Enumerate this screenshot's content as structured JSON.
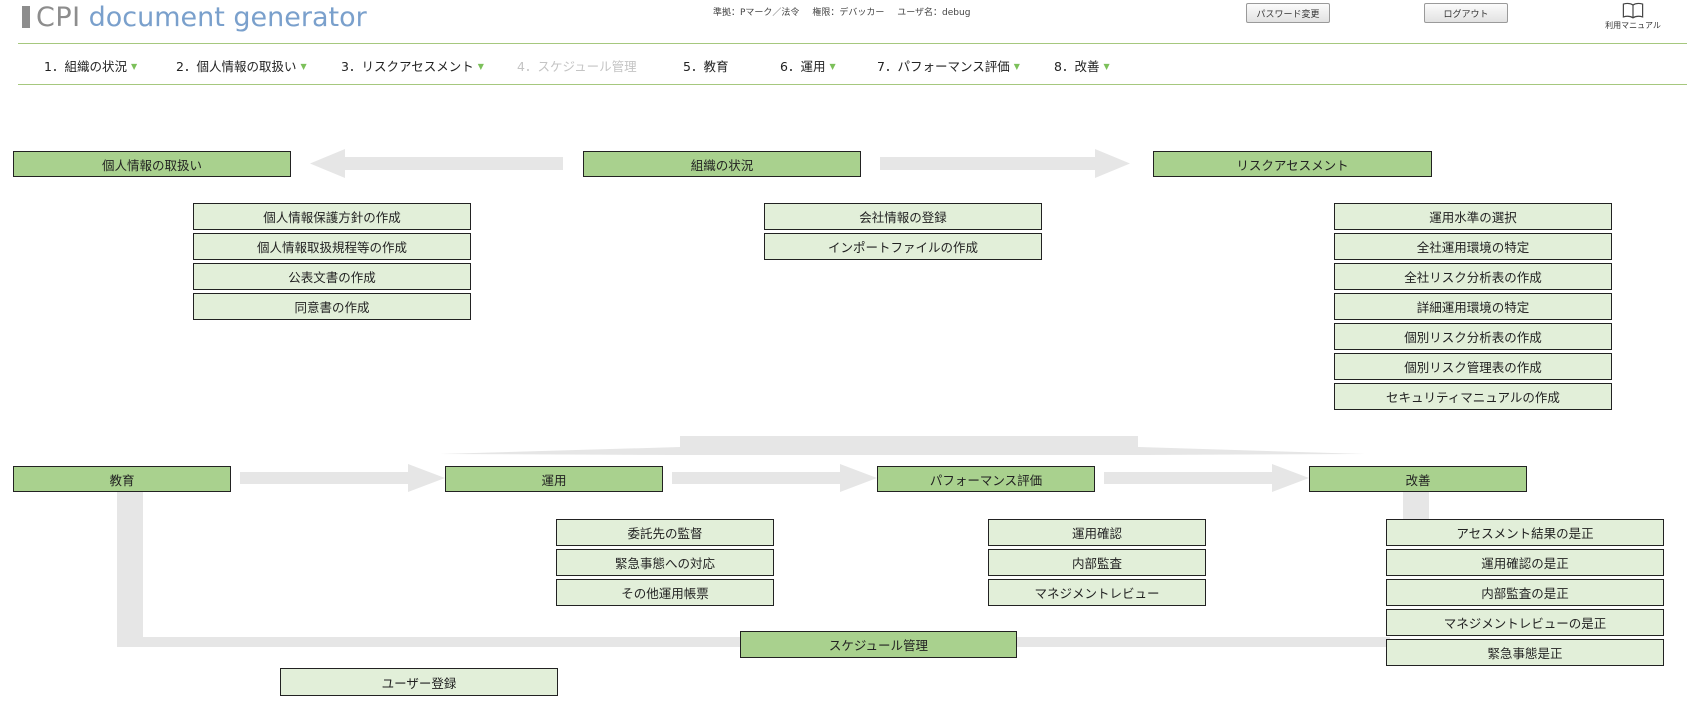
{
  "header": {
    "logo_prefix": "CPI",
    "logo_suffix": "document generator",
    "standard": "準拠：Pマーク／法令",
    "role": "権限：デバッカー",
    "username": "ユーザ名：debug",
    "password_button": "パスワード変更",
    "logout_button": "ログアウト",
    "manual_label": "利用マニュアル"
  },
  "nav": [
    {
      "label": "1．組織の状況",
      "dropdown": true,
      "disabled": false
    },
    {
      "label": "2．個人情報の取扱い",
      "dropdown": true,
      "disabled": false
    },
    {
      "label": "3．リスクアセスメント",
      "dropdown": true,
      "disabled": false
    },
    {
      "label": "4．スケジュール管理",
      "dropdown": false,
      "disabled": true
    },
    {
      "label": "5．教育",
      "dropdown": false,
      "disabled": false
    },
    {
      "label": "6．運用",
      "dropdown": true,
      "disabled": false
    },
    {
      "label": "7．パフォーマンス評価",
      "dropdown": true,
      "disabled": false
    },
    {
      "label": "8．改善",
      "dropdown": true,
      "disabled": false
    }
  ],
  "flow": {
    "personal_info": {
      "title": "個人情報の取扱い",
      "items": [
        "個人情報保護方針の作成",
        "個人情報取扱規程等の作成",
        "公表文書の作成",
        "同意書の作成"
      ]
    },
    "organization": {
      "title": "組織の状況",
      "items": [
        "会社情報の登録",
        "インポートファイルの作成"
      ]
    },
    "risk": {
      "title": "リスクアセスメント",
      "items": [
        "運用水準の選択",
        "全社運用環境の特定",
        "全社リスク分析表の作成",
        "詳細運用環境の特定",
        "個別リスク分析表の作成",
        "個別リスク管理表の作成",
        "セキュリティマニュアルの作成"
      ]
    },
    "education": {
      "title": "教育"
    },
    "operation": {
      "title": "運用",
      "items": [
        "委託先の監督",
        "緊急事態への対応",
        "その他運用帳票"
      ]
    },
    "performance": {
      "title": "パフォーマンス評価",
      "items": [
        "運用確認",
        "内部監査",
        "マネジメントレビュー"
      ]
    },
    "improvement": {
      "title": "改善",
      "items": [
        "アセスメント結果の是正",
        "運用確認の是正",
        "内部監査の是正",
        "マネジメントレビューの是正",
        "緊急事態是正"
      ]
    },
    "schedule": {
      "title": "スケジュール管理"
    },
    "user_registration": {
      "title": "ユーザー登録"
    }
  },
  "colors": {
    "main_box": "#a9d18e",
    "sub_box": "#e2efd9",
    "arrow": "#e6e6e6",
    "rule": "#a6c87e",
    "logo_blue": "#7aa0cc",
    "logo_gray": "#8d8d8d",
    "nav_caret": "#7cc05a"
  },
  "icons": {
    "nav_dropdown": "caret-down-icon",
    "manual": "book-icon"
  }
}
